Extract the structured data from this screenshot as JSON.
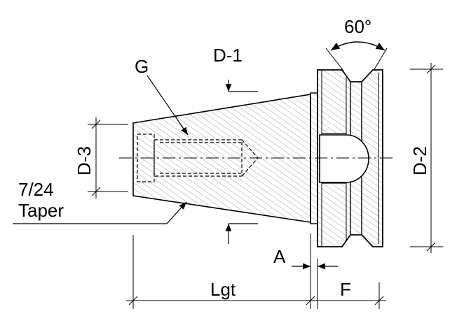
{
  "labels": {
    "angle": "60°",
    "d1": "D-1",
    "d2": "D-2",
    "d3": "D-3",
    "g": "G",
    "taper_line1": "7/24",
    "taper_line2": "Taper",
    "a": "A",
    "lgt": "Lgt",
    "f": "F"
  },
  "colors": {
    "line": "#000000",
    "hatch": "#9a9a9a",
    "background": "#ffffff"
  }
}
